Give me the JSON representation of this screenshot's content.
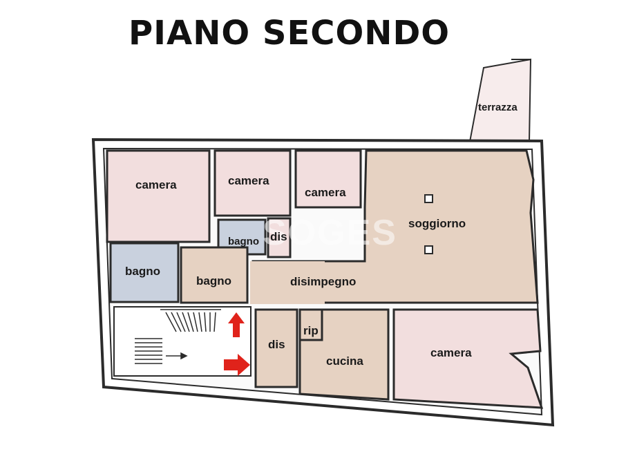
{
  "title": "PIANO SECONDO",
  "watermark": "SOGES",
  "colors": {
    "camera": "#f2dede",
    "bagno": "#c9d1de",
    "service": "#e6d2c2",
    "wall": "#2b2b2b",
    "arrow": "#e0231b"
  },
  "rooms": {
    "camera_top_left": "camera",
    "camera_top_mid": "camera",
    "camera_top_right": "camera",
    "soggiorno": "soggiorno",
    "bagno_small": "bagno",
    "dis_top": "dis",
    "bagno_left": "bagno",
    "bagno_mid": "bagno",
    "disimpegno": "disimpegno",
    "dis_bottom": "dis",
    "rip": "rip",
    "cucina": "cucina",
    "camera_bottom_right": "camera",
    "terrazza": "terrazza"
  }
}
